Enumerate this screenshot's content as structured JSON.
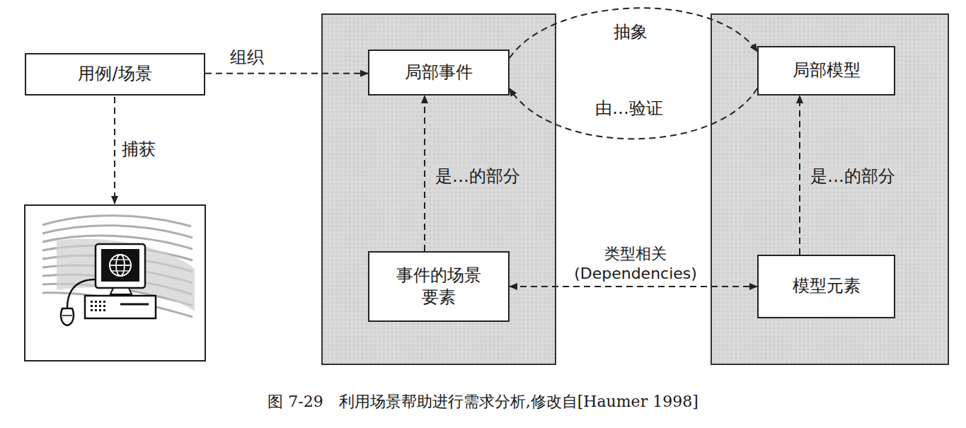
{
  "diagram": {
    "caption": "图 7-29　利用场景帮助进行需求分析,修改自[Haumer 1998]",
    "nodes": [
      {
        "text": [
          "用例/场景"
        ]
      },
      {
        "text": [
          "局部事件"
        ]
      },
      {
        "text": [
          "事件的场景要素"
        ]
      },
      {
        "text": [
          "局部模型"
        ]
      },
      {
        "text": [
          "模型元素"
        ]
      }
    ],
    "edges": [
      {
        "from": 0,
        "to": 1,
        "arrow": "to",
        "label": "组织"
      },
      {
        "from": 1,
        "to": 3,
        "arrow": "to",
        "label": "抽象"
      },
      {
        "from": 3,
        "to": 1,
        "arrow": "to",
        "label": "由…验证"
      },
      {
        "from": 2,
        "to": 1,
        "arrow": "to",
        "label": "是…的部分"
      },
      {
        "from": 4,
        "to": 3,
        "arrow": "to",
        "label": "是…的部分"
      },
      {
        "from": 2,
        "to": 4,
        "arrow": "both",
        "label": "类型相关 (Dependencies)"
      }
    ],
    "labels": [
      "捕获"
    ]
  }
}
